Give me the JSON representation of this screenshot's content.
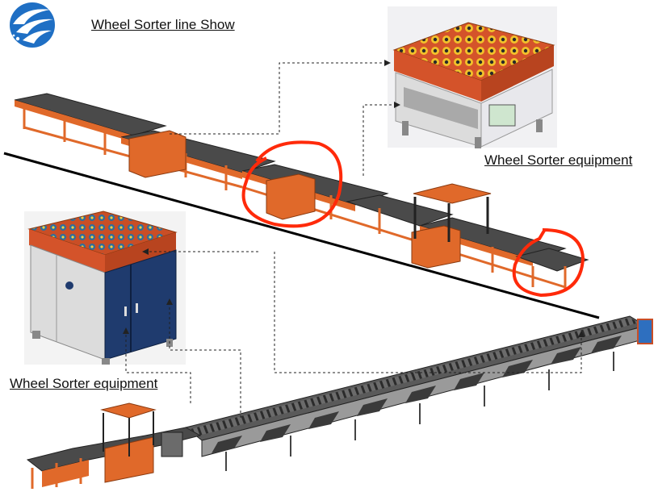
{
  "title": "Wheel Sorter line Show",
  "equipment_label_right": "Wheel Sorter equipment",
  "equipment_label_left": "Wheel Sorter equipment",
  "icon": "company-logo-icon",
  "colors": {
    "frame_orange": "#e0692a",
    "belt_dark": "#4a4a4a",
    "cabinet_blue": "#1f3b6e",
    "cabinet_grey": "#dcdcdc",
    "highlight_red": "#ff2a0a",
    "logo_blue": "#1f6fc4"
  }
}
